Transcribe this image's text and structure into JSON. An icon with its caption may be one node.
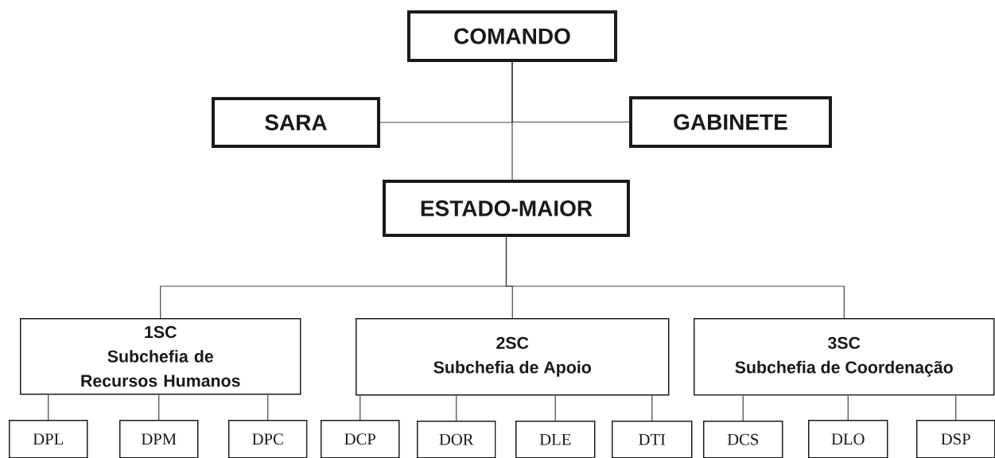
{
  "diagram": {
    "nodes": [
      {
        "text": [
          "COMANDO"
        ]
      },
      {
        "text": [
          "SARA"
        ]
      },
      {
        "text": [
          "GABINETE"
        ]
      },
      {
        "text": [
          "ESTADO-MAIOR"
        ]
      },
      {
        "text": [
          "1SC",
          "Subchefia de Recursos Humanos"
        ]
      },
      {
        "text": [
          "2SC",
          "Subchefia de Apoio"
        ]
      },
      {
        "text": [
          "3SC",
          "Subchefia de Coordenação"
        ]
      },
      {
        "text": [
          "DPL"
        ]
      },
      {
        "text": [
          "DPM"
        ]
      },
      {
        "text": [
          "DPC"
        ]
      },
      {
        "text": [
          "DCP"
        ]
      },
      {
        "text": [
          "DOR"
        ]
      },
      {
        "text": [
          "DLE"
        ]
      },
      {
        "text": [
          "DTI"
        ]
      },
      {
        "text": [
          "DCS"
        ]
      },
      {
        "text": [
          "DLO"
        ]
      },
      {
        "text": [
          "DSP"
        ]
      }
    ],
    "edges": [
      {
        "from": 0,
        "to": 1,
        "arrow": "none"
      },
      {
        "from": 0,
        "to": 2,
        "arrow": "none"
      },
      {
        "from": 0,
        "to": 3,
        "arrow": "none"
      },
      {
        "from": 3,
        "to": 4,
        "arrow": "none"
      },
      {
        "from": 3,
        "to": 5,
        "arrow": "none"
      },
      {
        "from": 3,
        "to": 6,
        "arrow": "none"
      },
      {
        "from": 4,
        "to": 7,
        "arrow": "none"
      },
      {
        "from": 4,
        "to": 8,
        "arrow": "none"
      },
      {
        "from": 4,
        "to": 9,
        "arrow": "none"
      },
      {
        "from": 5,
        "to": 10,
        "arrow": "none"
      },
      {
        "from": 5,
        "to": 11,
        "arrow": "none"
      },
      {
        "from": 5,
        "to": 12,
        "arrow": "none"
      },
      {
        "from": 5,
        "to": 13,
        "arrow": "none"
      },
      {
        "from": 6,
        "to": 14,
        "arrow": "none"
      },
      {
        "from": 6,
        "to": 15,
        "arrow": "none"
      },
      {
        "from": 6,
        "to": 16,
        "arrow": "none"
      }
    ]
  }
}
